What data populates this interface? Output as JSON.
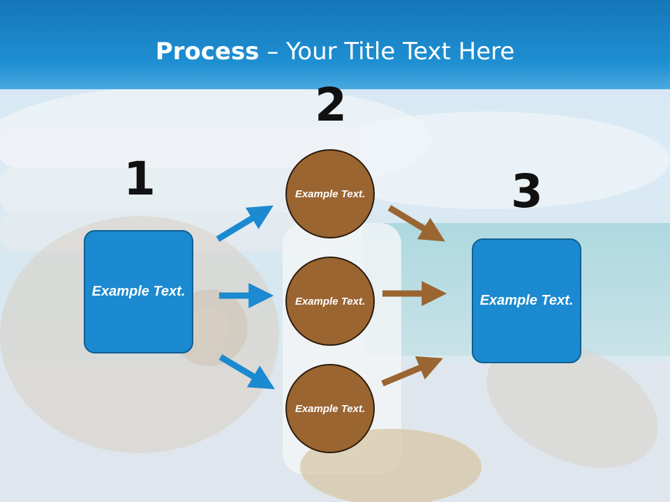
{
  "slide": {
    "title_bold": "Process",
    "title_rest": " – Your Title Text Here",
    "steps": [
      "1",
      "2",
      "3"
    ],
    "left_box": "Example Text.",
    "circles": [
      "Example Text.",
      "Example Text.",
      "Example Text."
    ],
    "right_box": "Example Text.",
    "colors": {
      "title_bar": "#1e8fd2",
      "box_fill": "#1b8ad0",
      "circle_fill": "#9a6531",
      "blue_arrow": "#1b8ad0",
      "brown_arrow": "#9a6531"
    }
  }
}
